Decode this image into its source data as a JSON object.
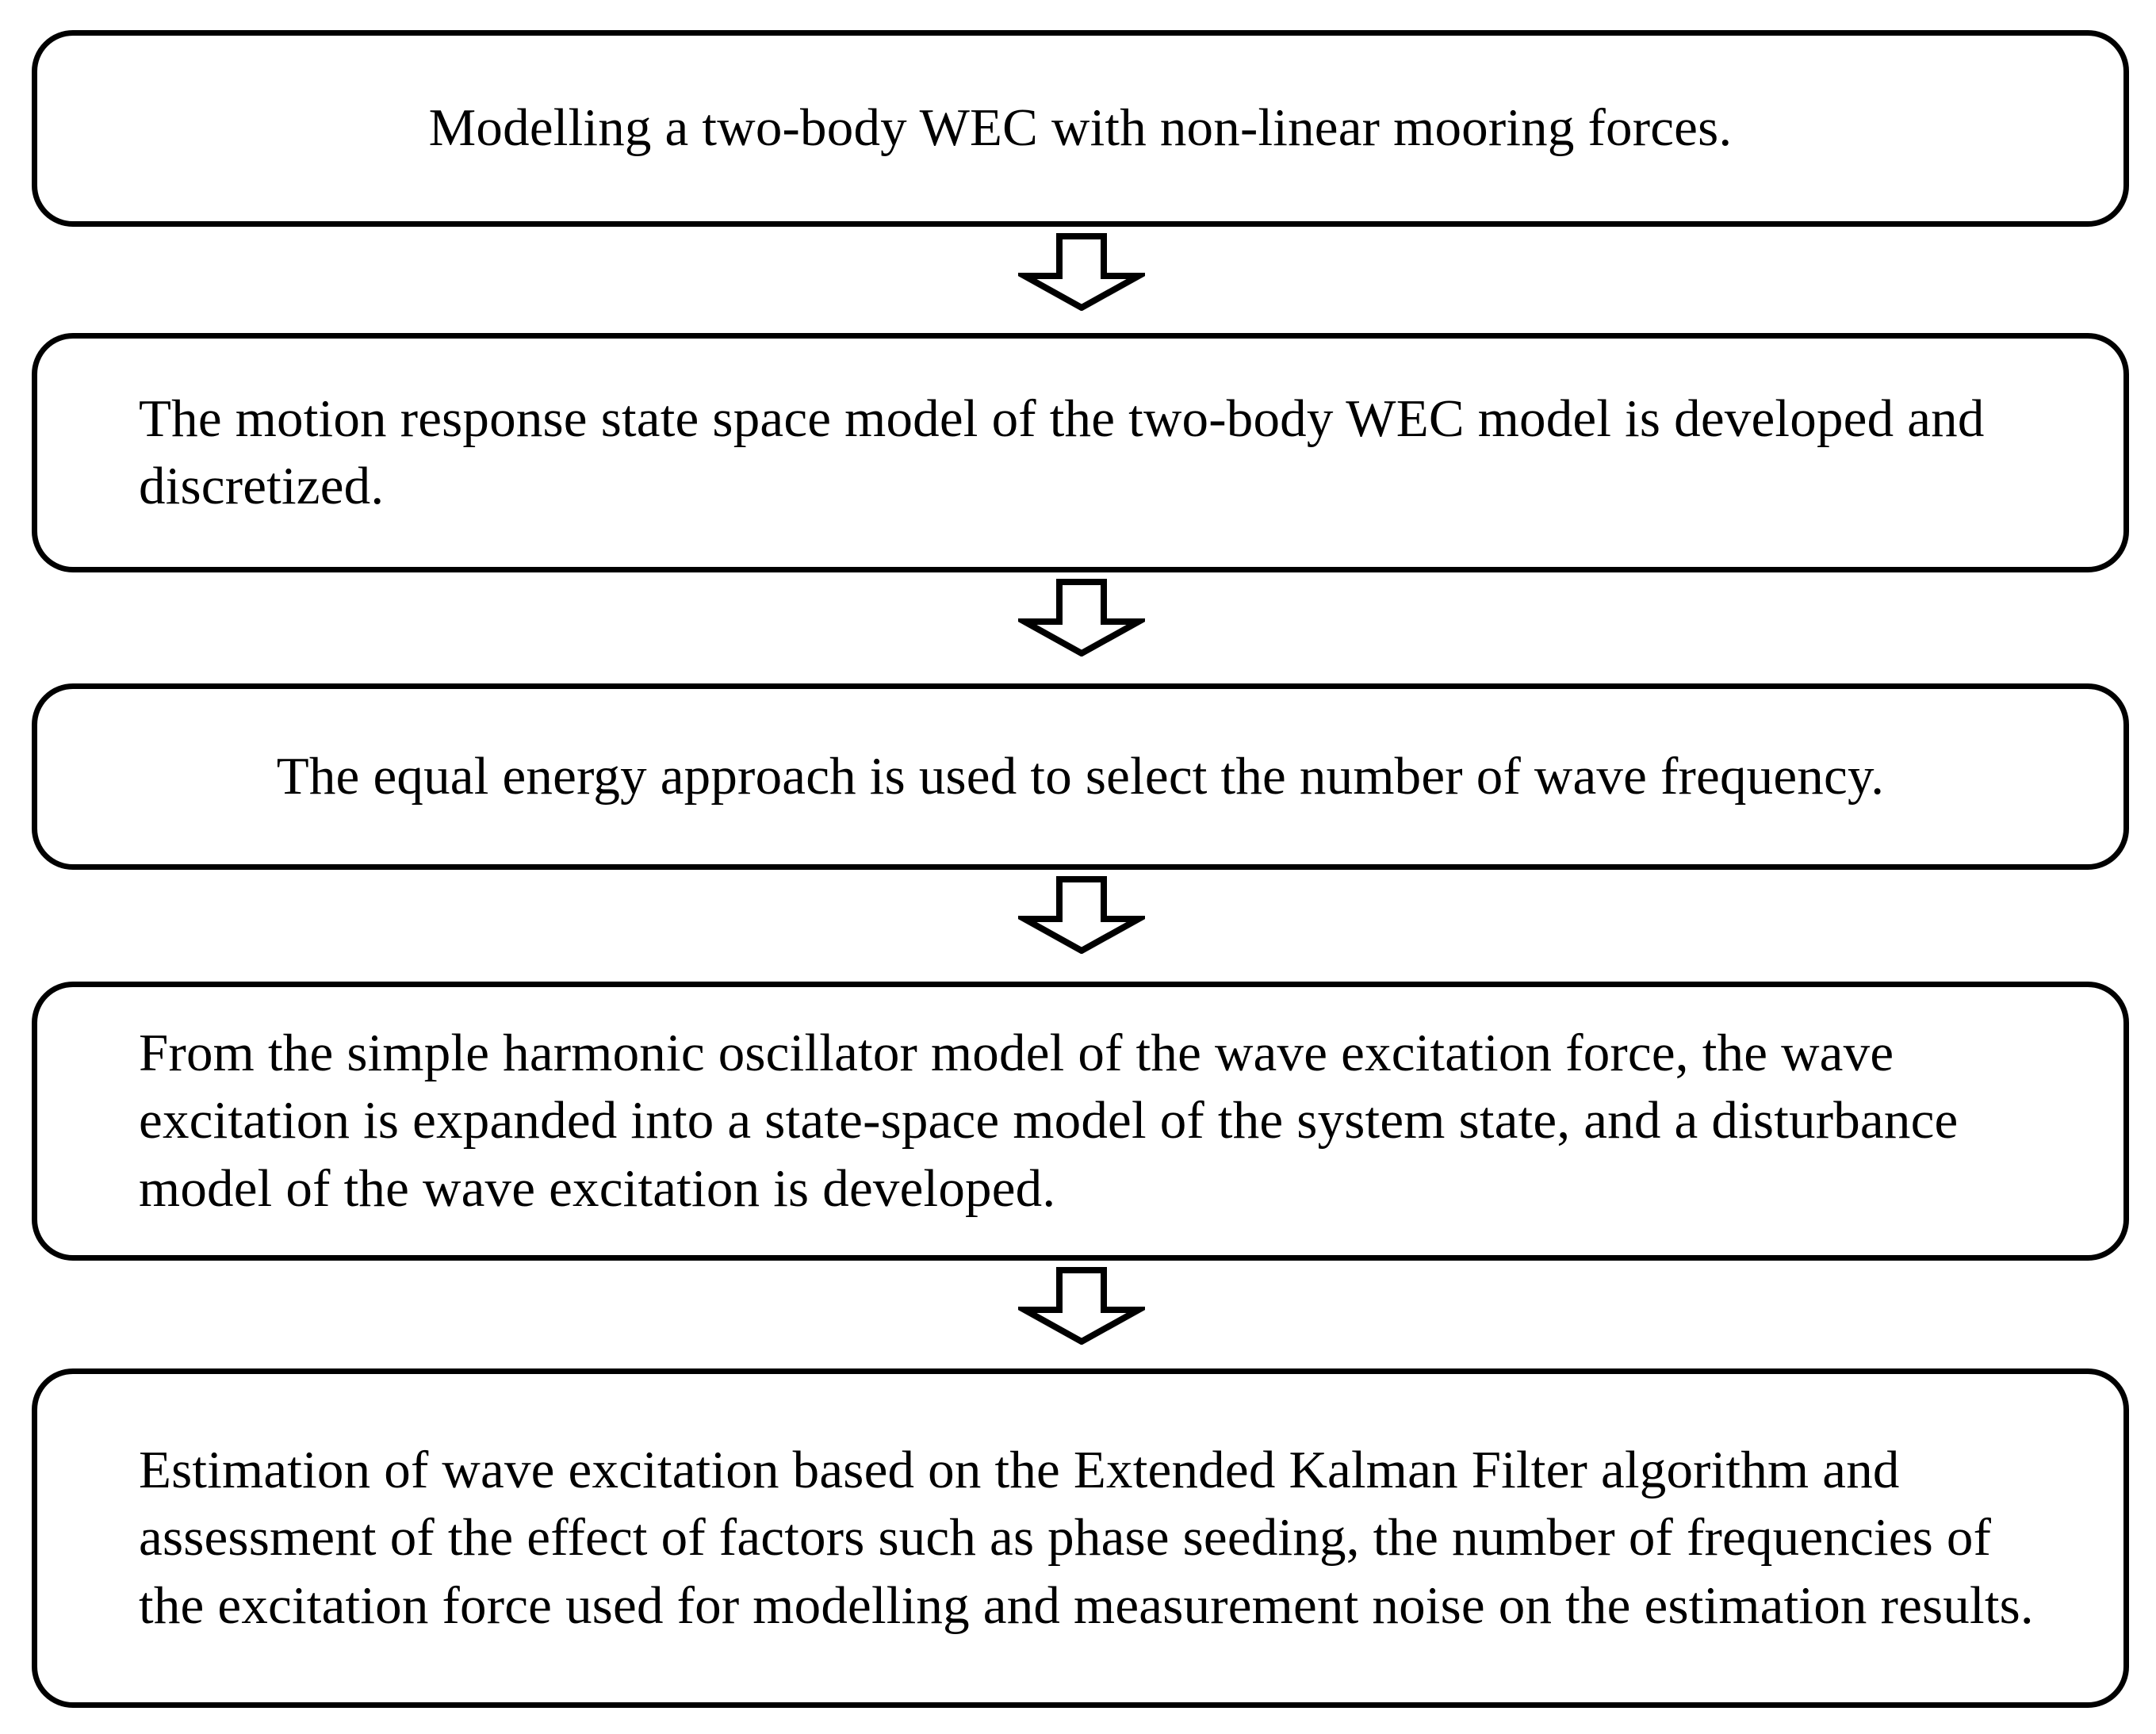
{
  "diagram": {
    "title": "Research workflow flowchart for wave excitation estimation",
    "type": "vertical-flowchart",
    "stroke_color": "#000000",
    "fill_color": "#ffffff",
    "background_color": "#ffffff",
    "node_count": 5,
    "connector_count": 4,
    "connector_shape": "block-down-arrow"
  },
  "nodes": [
    {
      "id": "node-1",
      "step": 1,
      "shape": "rounded-rectangle",
      "align": "center",
      "text": "Modelling a two-body WEC with non-linear mooring forces."
    },
    {
      "id": "node-2",
      "step": 2,
      "shape": "rounded-rectangle",
      "align": "left",
      "text": "The motion response state space model of the two-body WEC model is developed and discretized."
    },
    {
      "id": "node-3",
      "step": 3,
      "shape": "rounded-rectangle",
      "align": "center",
      "text": "The equal energy approach is used to select the number of wave frequency."
    },
    {
      "id": "node-4",
      "step": 4,
      "shape": "rounded-rectangle",
      "align": "left",
      "text": "From the simple harmonic oscillator model of the wave excitation force, the wave excitation is expanded into a state-space model of the system state, and a disturbance model of the wave excitation is developed."
    },
    {
      "id": "node-5",
      "step": 5,
      "shape": "rounded-rectangle",
      "align": "left",
      "text": "Estimation of wave excitation based on the Extended Kalman Filter algorithm and assessment of the effect of factors such as phase seeding, the number of frequencies of the excitation force used for modelling and measurement noise on the estimation results."
    }
  ],
  "connectors": [
    {
      "id": "arrow-1",
      "from": "node-1",
      "to": "node-2",
      "icon": "down-arrow-icon"
    },
    {
      "id": "arrow-2",
      "from": "node-2",
      "to": "node-3",
      "icon": "down-arrow-icon"
    },
    {
      "id": "arrow-3",
      "from": "node-3",
      "to": "node-4",
      "icon": "down-arrow-icon"
    },
    {
      "id": "arrow-4",
      "from": "node-4",
      "to": "node-5",
      "icon": "down-arrow-icon"
    }
  ]
}
